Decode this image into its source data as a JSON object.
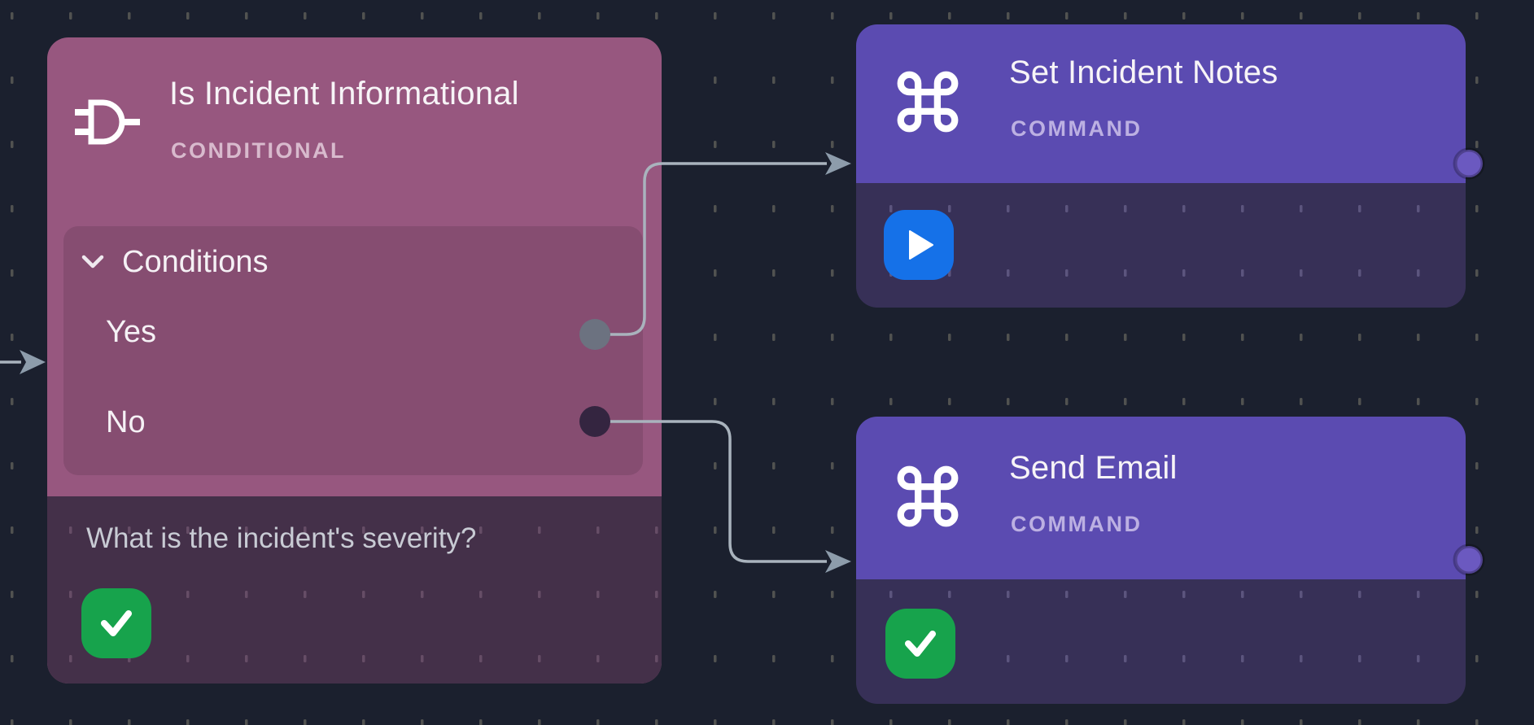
{
  "canvas": {
    "background_color": "#1b202e",
    "grid_dot_color": "#62625a"
  },
  "colors": {
    "conditional_mauve": "#97577f",
    "conditional_panel": "#864d71",
    "conditional_footer": "#443049",
    "command_purple": "#5b4bb1",
    "command_body": "#373057",
    "success_green": "#17a34c",
    "run_blue": "#1571e8",
    "wire_gray": "#a9b3bd",
    "yes_port_gray": "#6c7280",
    "no_port_dark": "#342540",
    "output_port_purple": "#6b59c0"
  },
  "nodes": {
    "conditional_node": {
      "title": "Is Incident Informational",
      "type_label": "CONDITIONAL",
      "conditions": {
        "label": "Conditions",
        "expanded": true,
        "branches": [
          {
            "label": "Yes"
          },
          {
            "label": "No"
          }
        ]
      },
      "question": "What is the incident's severity?",
      "status": "success"
    },
    "set_incident_notes_node": {
      "title": "Set Incident Notes",
      "type_label": "COMMAND",
      "action": "run"
    },
    "send_email_node": {
      "title": "Send Email",
      "type_label": "COMMAND",
      "status": "success"
    }
  },
  "connections": [
    {
      "from": "canvas-left-edge",
      "to": "Is Incident Informational"
    },
    {
      "from": "Is Incident Informational / Yes",
      "to": "Set Incident Notes"
    },
    {
      "from": "Is Incident Informational / No",
      "to": "Send Email"
    }
  ],
  "icons": {
    "conditional": "logic-gate-icon",
    "command": "command-icon",
    "success": "check-icon",
    "run": "play-icon",
    "conditions_toggle": "chevron-down-icon"
  }
}
